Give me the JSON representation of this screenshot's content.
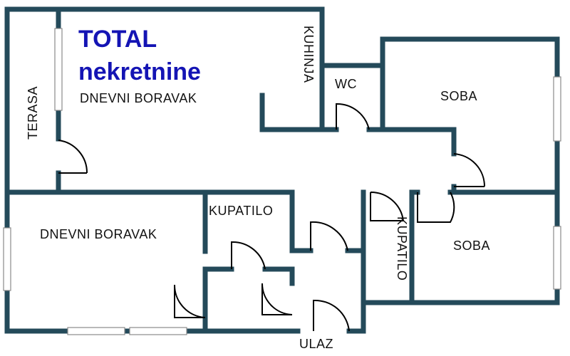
{
  "brand": {
    "line1": "TOTAL",
    "line2": "nekretnine"
  },
  "colors": {
    "wall": "#244a5a",
    "brand": "#1414b4",
    "door": "#000000"
  },
  "rooms": {
    "terasa": "TERASA",
    "dnevni_boravak_upper": "DNEVNI BORAVAK",
    "kuhinja": "KUHINJA",
    "wc": "WC",
    "soba_upper": "SOBA",
    "dnevni_boravak_lower": "DNEVNI BORAVAK",
    "kupatilo_left": "KUPATILO",
    "kupatilo_right": "KUPATILO",
    "soba_lower": "SOBA",
    "ulaz": "ULAZ"
  }
}
